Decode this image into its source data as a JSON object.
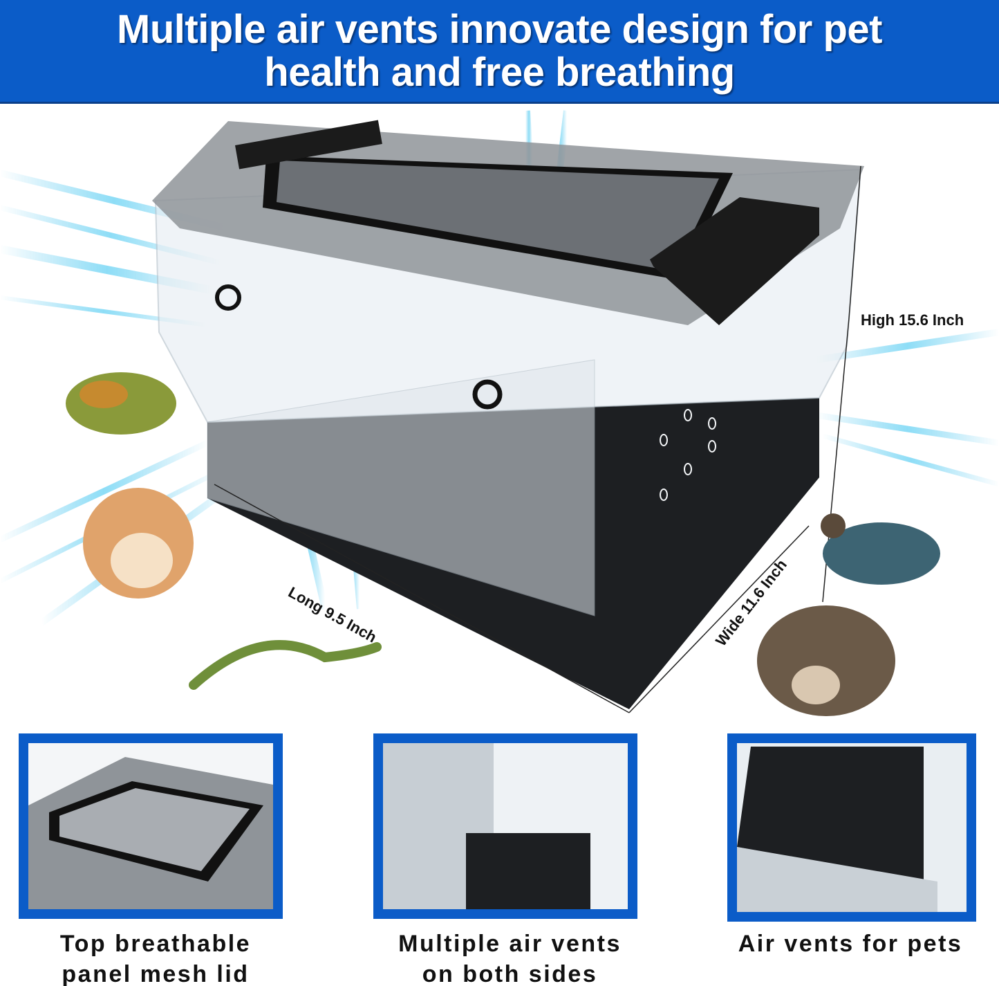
{
  "banner": {
    "line1": "Multiple air vents innovate design for pet",
    "line2": "health and free breathing",
    "color": "#0b5cc8"
  },
  "hero": {
    "product": "clear terrarium box with mesh lid and black base",
    "dimensions": {
      "height": "High 15.6 Inch",
      "length": "Long 9.5 Inch",
      "width": "Wide 11.6 Inch"
    },
    "pets": [
      "frog",
      "hamster",
      "bearded dragon lizard",
      "quail",
      "hedgehog"
    ]
  },
  "features": [
    {
      "caption_line1": "Top breathable",
      "caption_line2": "panel mesh lid",
      "image": "mesh lid close-up"
    },
    {
      "caption_line1": "Multiple air vents",
      "caption_line2": "on both sides",
      "image": "side vent holes close-up"
    },
    {
      "caption_line1": "Air vents for pets",
      "caption_line2": "",
      "image": "interior base with hinges"
    }
  ],
  "colors": {
    "accent_blue": "#0b5cc8",
    "airflow": "#34c6ef",
    "base_black": "#1d1f22",
    "lid_gray": "#8f9499"
  }
}
